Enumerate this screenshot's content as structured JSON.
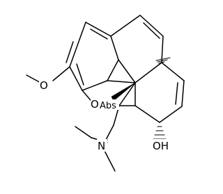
{
  "molecule": {
    "labels": {
      "oxygen_ring": "O",
      "methoxy_oxygen": "O",
      "hydroxyl": "OH",
      "nitrogen": "N",
      "stereo_marker": "Abs"
    }
  }
}
